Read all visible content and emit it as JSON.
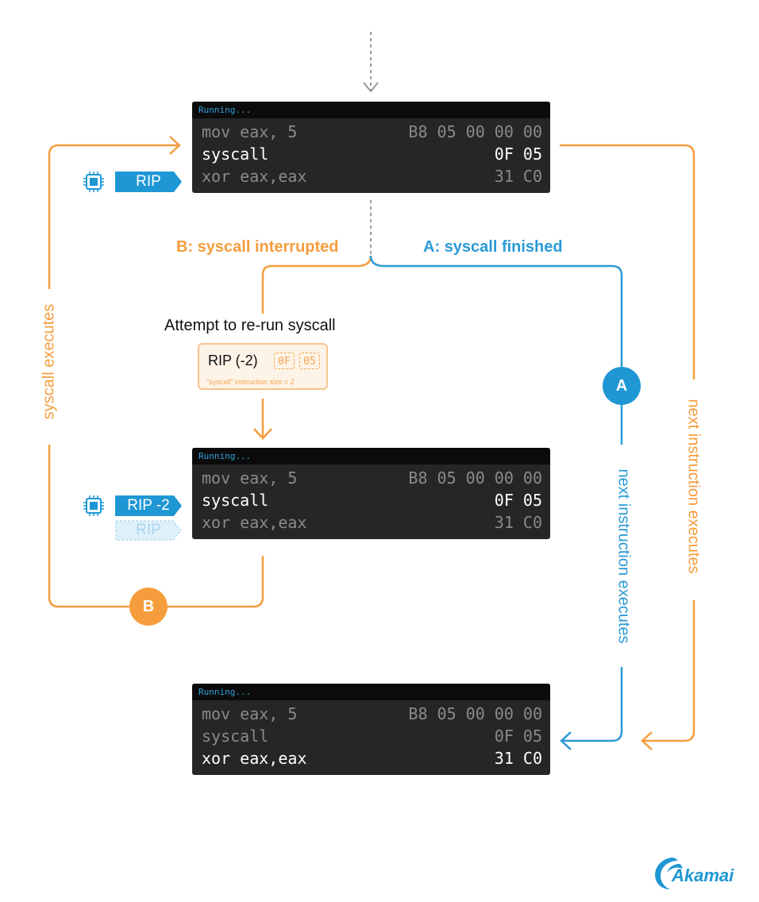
{
  "colors": {
    "orange": "#f59d3d",
    "blue": "#2b9ad6",
    "terminal_bg": "#262626",
    "terminal_header": "#0b0b0b"
  },
  "terminals": [
    {
      "status": "Running...",
      "rows": [
        {
          "instruction": "mov eax, 5",
          "bytes": "B8 05 00 00 00",
          "active": false
        },
        {
          "instruction": "syscall",
          "bytes": "0F 05",
          "active": true
        },
        {
          "instruction": "xor eax,eax",
          "bytes": "31 C0",
          "active": false
        }
      ]
    },
    {
      "status": "Running...",
      "rows": [
        {
          "instruction": "mov eax, 5",
          "bytes": "B8 05 00 00 00",
          "active": false
        },
        {
          "instruction": "syscall",
          "bytes": "0F 05",
          "active": true
        },
        {
          "instruction": "xor eax,eax",
          "bytes": "31 C0",
          "active": false
        }
      ]
    },
    {
      "status": "Running...",
      "rows": [
        {
          "instruction": "mov eax, 5",
          "bytes": "B8 05 00 00 00",
          "active": false
        },
        {
          "instruction": "syscall",
          "bytes": "0F 05",
          "active": false
        },
        {
          "instruction": "xor eax,eax",
          "bytes": "31 C0",
          "active": true
        }
      ]
    }
  ],
  "rip_badges": {
    "top": "RIP",
    "middle": "RIP -2",
    "middle_ghost": "RIP"
  },
  "labels": {
    "branch_b": "B: syscall interrupted",
    "branch_a": "A: syscall finished",
    "attempt": "Attempt to re-run syscall",
    "syscall_executes": "syscall executes",
    "next_instruction_orange": "next instruction executes",
    "next_instruction_blue": "next instruction executes"
  },
  "note": {
    "title": "RIP (-2)",
    "byte1": "0F",
    "byte2": "05",
    "subtitle": "\"syscall\" instruction size = 2"
  },
  "markers": {
    "a": "A",
    "b": "B"
  },
  "icons": {
    "cpu": "cpu-chip-icon",
    "logo": "akamai-wave-icon"
  },
  "logo": {
    "text": "Akamai"
  }
}
